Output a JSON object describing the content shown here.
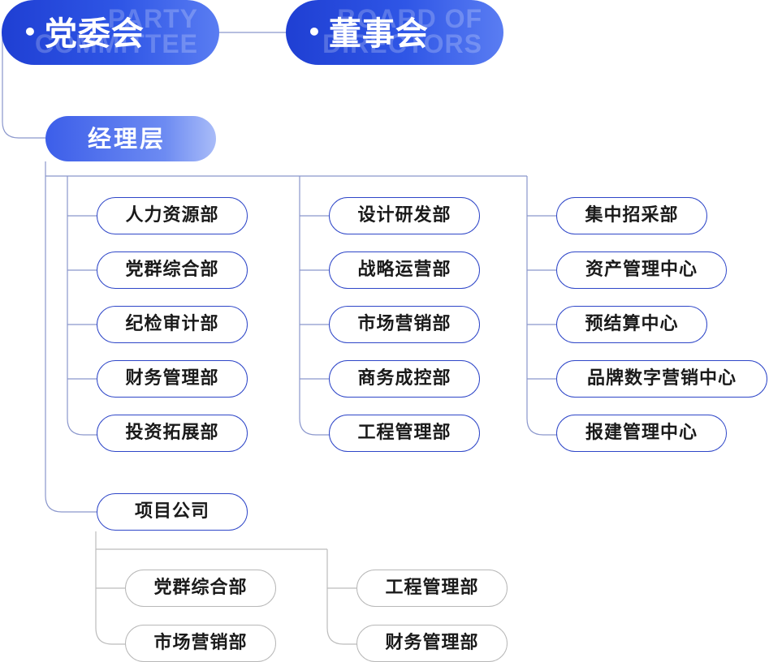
{
  "party_committee": {
    "label": "党委会",
    "english": "PARTY\nCOMMITTEE"
  },
  "board": {
    "label": "董事会",
    "english": "BOARD OF\nDIRECTORS"
  },
  "management": {
    "label": "经理层"
  },
  "departments": {
    "col1": [
      "人力资源部",
      "党群综合部",
      "纪检审计部",
      "财务管理部",
      "投资拓展部"
    ],
    "col2": [
      "设计研发部",
      "战略运营部",
      "市场营销部",
      "商务成控部",
      "工程管理部"
    ],
    "col3": [
      "集中招采部",
      "资产管理中心",
      "预结算中心",
      "品牌数字营销中心",
      "报建管理中心"
    ]
  },
  "project_company": {
    "label": "项目公司",
    "col1": [
      "党群综合部",
      "市场营销部"
    ],
    "col2": [
      "工程管理部",
      "财务管理部"
    ]
  },
  "colors": {
    "accent": "#2e46c8",
    "connector": "#8a96cc",
    "sub_connector": "#bcbcbc"
  }
}
